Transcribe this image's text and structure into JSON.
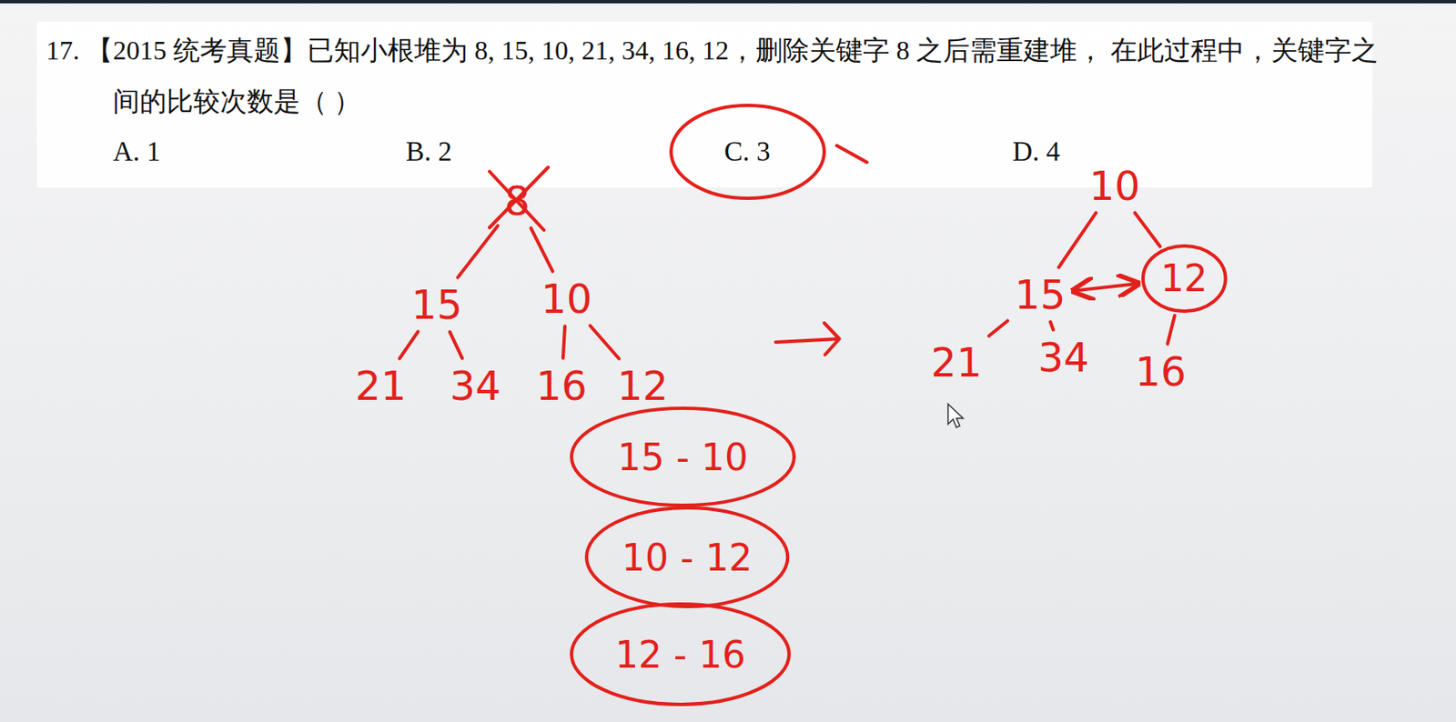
{
  "diagram": {
    "title": "17. 【2015 统考真题】已知小根堆为 8, 15, 10, 21, 34, 16, 12，删除关键字 8 之后需重建堆， 在此过程中，关键字之间的比较次数是（ ）",
    "nodes": [
      {
        "text": [
          "C. 3"
        ]
      },
      {
        "text": [
          "8"
        ]
      },
      {
        "text": [
          "15"
        ]
      },
      {
        "text": [
          "10"
        ]
      },
      {
        "text": [
          "21"
        ]
      },
      {
        "text": [
          "34"
        ]
      },
      {
        "text": [
          "16"
        ]
      },
      {
        "text": [
          "12"
        ]
      },
      {
        "text": [
          "10"
        ]
      },
      {
        "text": [
          "15"
        ]
      },
      {
        "text": [
          "12"
        ]
      },
      {
        "text": [
          "21"
        ]
      },
      {
        "text": [
          "34"
        ]
      },
      {
        "text": [
          "16"
        ]
      },
      {
        "text": [
          "15 - 10"
        ]
      },
      {
        "text": [
          "10 - 12"
        ]
      },
      {
        "text": [
          "12 - 16"
        ]
      }
    ],
    "edges": [
      {
        "from": 1,
        "to": 2,
        "arrow": "none"
      },
      {
        "from": 1,
        "to": 3,
        "arrow": "none"
      },
      {
        "from": 2,
        "to": 4,
        "arrow": "none"
      },
      {
        "from": 2,
        "to": 5,
        "arrow": "none"
      },
      {
        "from": 3,
        "to": 6,
        "arrow": "none"
      },
      {
        "from": 3,
        "to": 7,
        "arrow": "none"
      },
      {
        "from": 8,
        "to": 9,
        "arrow": "none"
      },
      {
        "from": 8,
        "to": 10,
        "arrow": "none"
      },
      {
        "from": 9,
        "to": 11,
        "arrow": "none"
      },
      {
        "from": 9,
        "to": 12,
        "arrow": "none"
      },
      {
        "from": 10,
        "to": 13,
        "arrow": "none"
      },
      {
        "from": 9,
        "to": 10,
        "arrow": "both"
      }
    ],
    "labels": [
      "A. 1",
      "B. 2",
      "D. 4"
    ]
  }
}
